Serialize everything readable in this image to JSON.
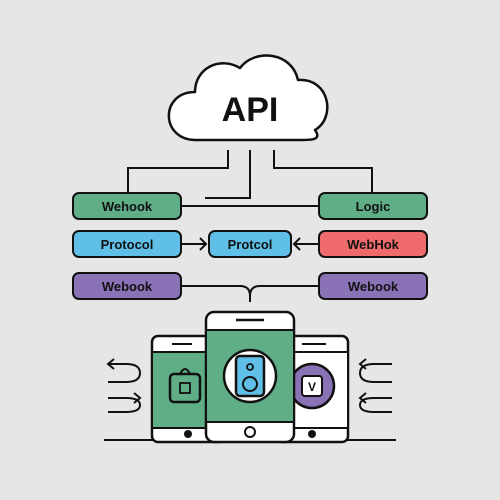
{
  "cloud": {
    "label": "API"
  },
  "pills": {
    "left_top": "Wehook",
    "left_mid": "Protocol",
    "left_bottom": "Webook",
    "center": "Protcol",
    "right_top": "Logic",
    "right_mid": "WebHok",
    "right_bottom": "Webook"
  },
  "colors": {
    "background": "#e6e6e6",
    "green": "#5fae86",
    "blue": "#5fbfe6",
    "red": "#ef6b6b",
    "purple": "#8a72b7",
    "stroke": "#111111"
  },
  "devices": {
    "left_app_icon": "shopping-bag-icon",
    "center_app_icon": "speaker-icon",
    "right_app_icon": "v-badge-icon",
    "right_badge_letter": "V"
  }
}
